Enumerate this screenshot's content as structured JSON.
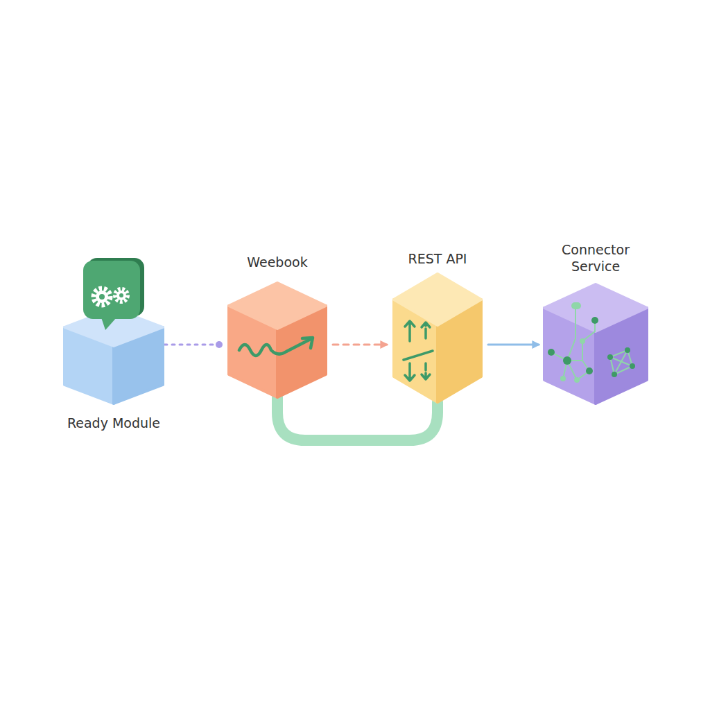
{
  "diagram": {
    "nodes": [
      {
        "text": [
          "Ready Module"
        ]
      },
      {
        "text": [
          "Weebook"
        ]
      },
      {
        "text": [
          "REST API"
        ]
      },
      {
        "text": [
          "Connector Service"
        ]
      }
    ],
    "edges": [
      {
        "from": 0,
        "to": 1,
        "arrow": "none"
      },
      {
        "from": 1,
        "to": 2,
        "arrow": "to"
      },
      {
        "from": 2,
        "to": 3,
        "arrow": "to"
      },
      {
        "from": 1,
        "to": 2,
        "arrow": "none"
      }
    ]
  }
}
